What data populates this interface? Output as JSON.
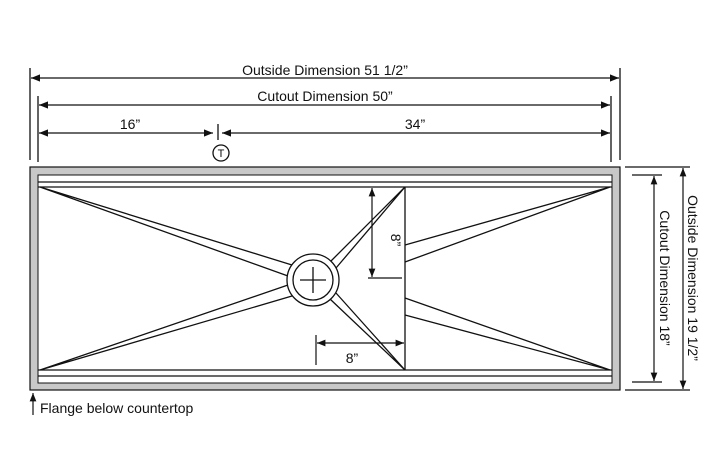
{
  "dimensions": {
    "outside_width": "Outside Dimension 51 1/2”",
    "cutout_width": "Cutout Dimension 50”",
    "left_segment": "16”",
    "right_segment": "34”",
    "faucet_marker": "T",
    "outside_height": "Outside Dimension 19 1/2”",
    "cutout_height": "Cutout Dimension 18”",
    "drain_vertical": "8”",
    "drain_horizontal": "8”"
  },
  "notes": {
    "flange": "Flange below countertop"
  },
  "colors": {
    "flange": "#c8c8c8",
    "line": "#111111"
  }
}
